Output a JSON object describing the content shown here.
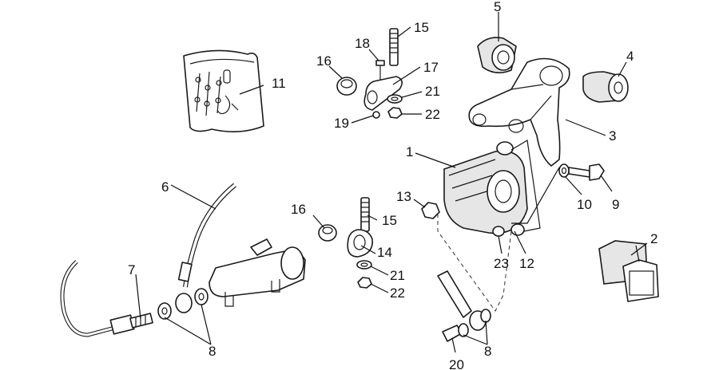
{
  "callouts": {
    "c1": "1",
    "c2": "2",
    "c3": "3",
    "c4": "4",
    "c5": "5",
    "c6": "6",
    "c7": "7",
    "c8a": "8",
    "c8b": "8",
    "c9": "9",
    "c10": "10",
    "c11": "11",
    "c12": "12",
    "c13": "13",
    "c14": "14",
    "c15a": "15",
    "c15b": "15",
    "c16a": "16",
    "c16b": "16",
    "c17": "17",
    "c18": "18",
    "c19": "19",
    "c20": "20",
    "c21a": "21",
    "c21b": "21",
    "c22a": "22",
    "c22b": "22",
    "c23": "23"
  }
}
